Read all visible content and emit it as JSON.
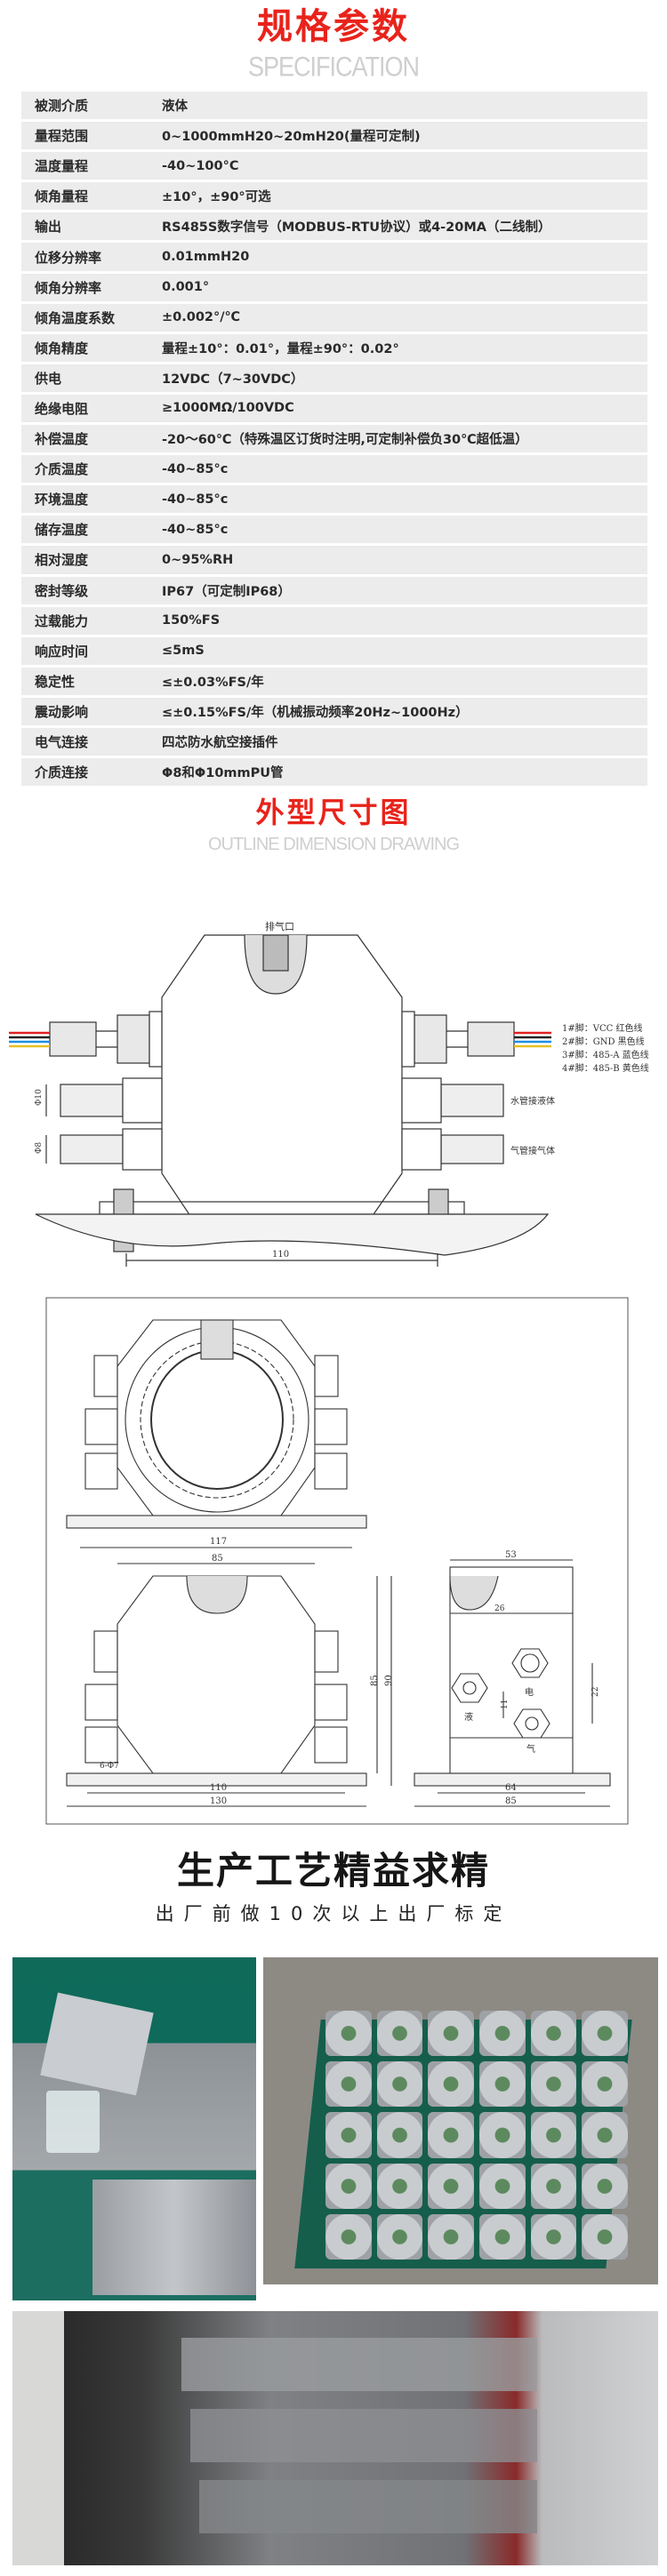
{
  "spec": {
    "title": "规格参数",
    "subtitle": "SPECIFICATION",
    "rows": [
      {
        "label": "被测介质",
        "value": "液体"
      },
      {
        "label": "量程范围",
        "value": "0~1000mmH20~20mH20(量程可定制)"
      },
      {
        "label": "温度量程",
        "value": "-40~100°C"
      },
      {
        "label": "倾角量程",
        "value": "±10°，±90°可选"
      },
      {
        "label": "输出",
        "value": "RS485S数字信号（MODBUS-RTU协议）或4-20MA（二线制）"
      },
      {
        "label": "位移分辨率",
        "value": "0.01mmH20"
      },
      {
        "label": "倾角分辨率",
        "value": "0.001°"
      },
      {
        "label": "倾角温度系数",
        "value": "±0.002°/℃"
      },
      {
        "label": "倾角精度",
        "value": "量程±10°：0.01°，量程±90°：0.02°"
      },
      {
        "label": "供电",
        "value": "12VDC（7~30VDC）"
      },
      {
        "label": "绝缘电阻",
        "value": "≥1000MΩ/100VDC"
      },
      {
        "label": "补偿温度",
        "value": "-20～60℃（特殊温区订货时注明,可定制补偿负30℃超低温）"
      },
      {
        "label": "介质温度",
        "value": "-40~85°c"
      },
      {
        "label": "环境温度",
        "value": "-40~85°c"
      },
      {
        "label": "储存温度",
        "value": "-40~85°c"
      },
      {
        "label": "相对湿度",
        "value": "0~95%RH"
      },
      {
        "label": "密封等级",
        "value": "IP67（可定制IP68）"
      },
      {
        "label": "过载能力",
        "value": "150%FS"
      },
      {
        "label": "响应时间",
        "value": "≤5mS"
      },
      {
        "label": "稳定性",
        "value": "≤±0.03%FS/年"
      },
      {
        "label": "震动影响",
        "value": "≤±0.15%FS/年（机械振动频率20Hz~1000Hz）"
      },
      {
        "label": "电气连接",
        "value": "四芯防水航空接插件"
      },
      {
        "label": "介质连接",
        "value": "Φ8和Φ10mmPU管"
      }
    ]
  },
  "outline": {
    "title": "外型尺寸图",
    "subtitle": "OUTLINE DIMENSION DRAWING",
    "drawing1": {
      "vent_label": "排气口",
      "pins": [
        "1#脚：VCC  红色线",
        "2#脚：GND  黑色线",
        "3#脚：485-A 蓝色线",
        "4#脚：485-B 黄色线"
      ],
      "water_label": "水管接液体",
      "gas_label": "气管接气体",
      "dia10": "Φ10",
      "dia8": "Φ8",
      "dim_110": "110"
    },
    "drawing2": {
      "dim_117": "117",
      "dim_85": "85",
      "dim_85v": "85",
      "dim_90": "90",
      "holes": "6-Φ7",
      "dim_110": "110",
      "dim_130": "130",
      "dim_53": "53",
      "dim_26": "26",
      "dim_22": "22",
      "dim_11": "11",
      "dim_64": "64",
      "dim_85b": "85",
      "label_elec": "电",
      "label_liquid": "液",
      "label_gas": "气"
    },
    "wire_colors": [
      "#e02020",
      "#222222",
      "#1e8fe0",
      "#e8c020"
    ]
  },
  "craft": {
    "title": "生产工艺精益求精",
    "subtitle": "出厂前做10次以上出厂标定"
  }
}
